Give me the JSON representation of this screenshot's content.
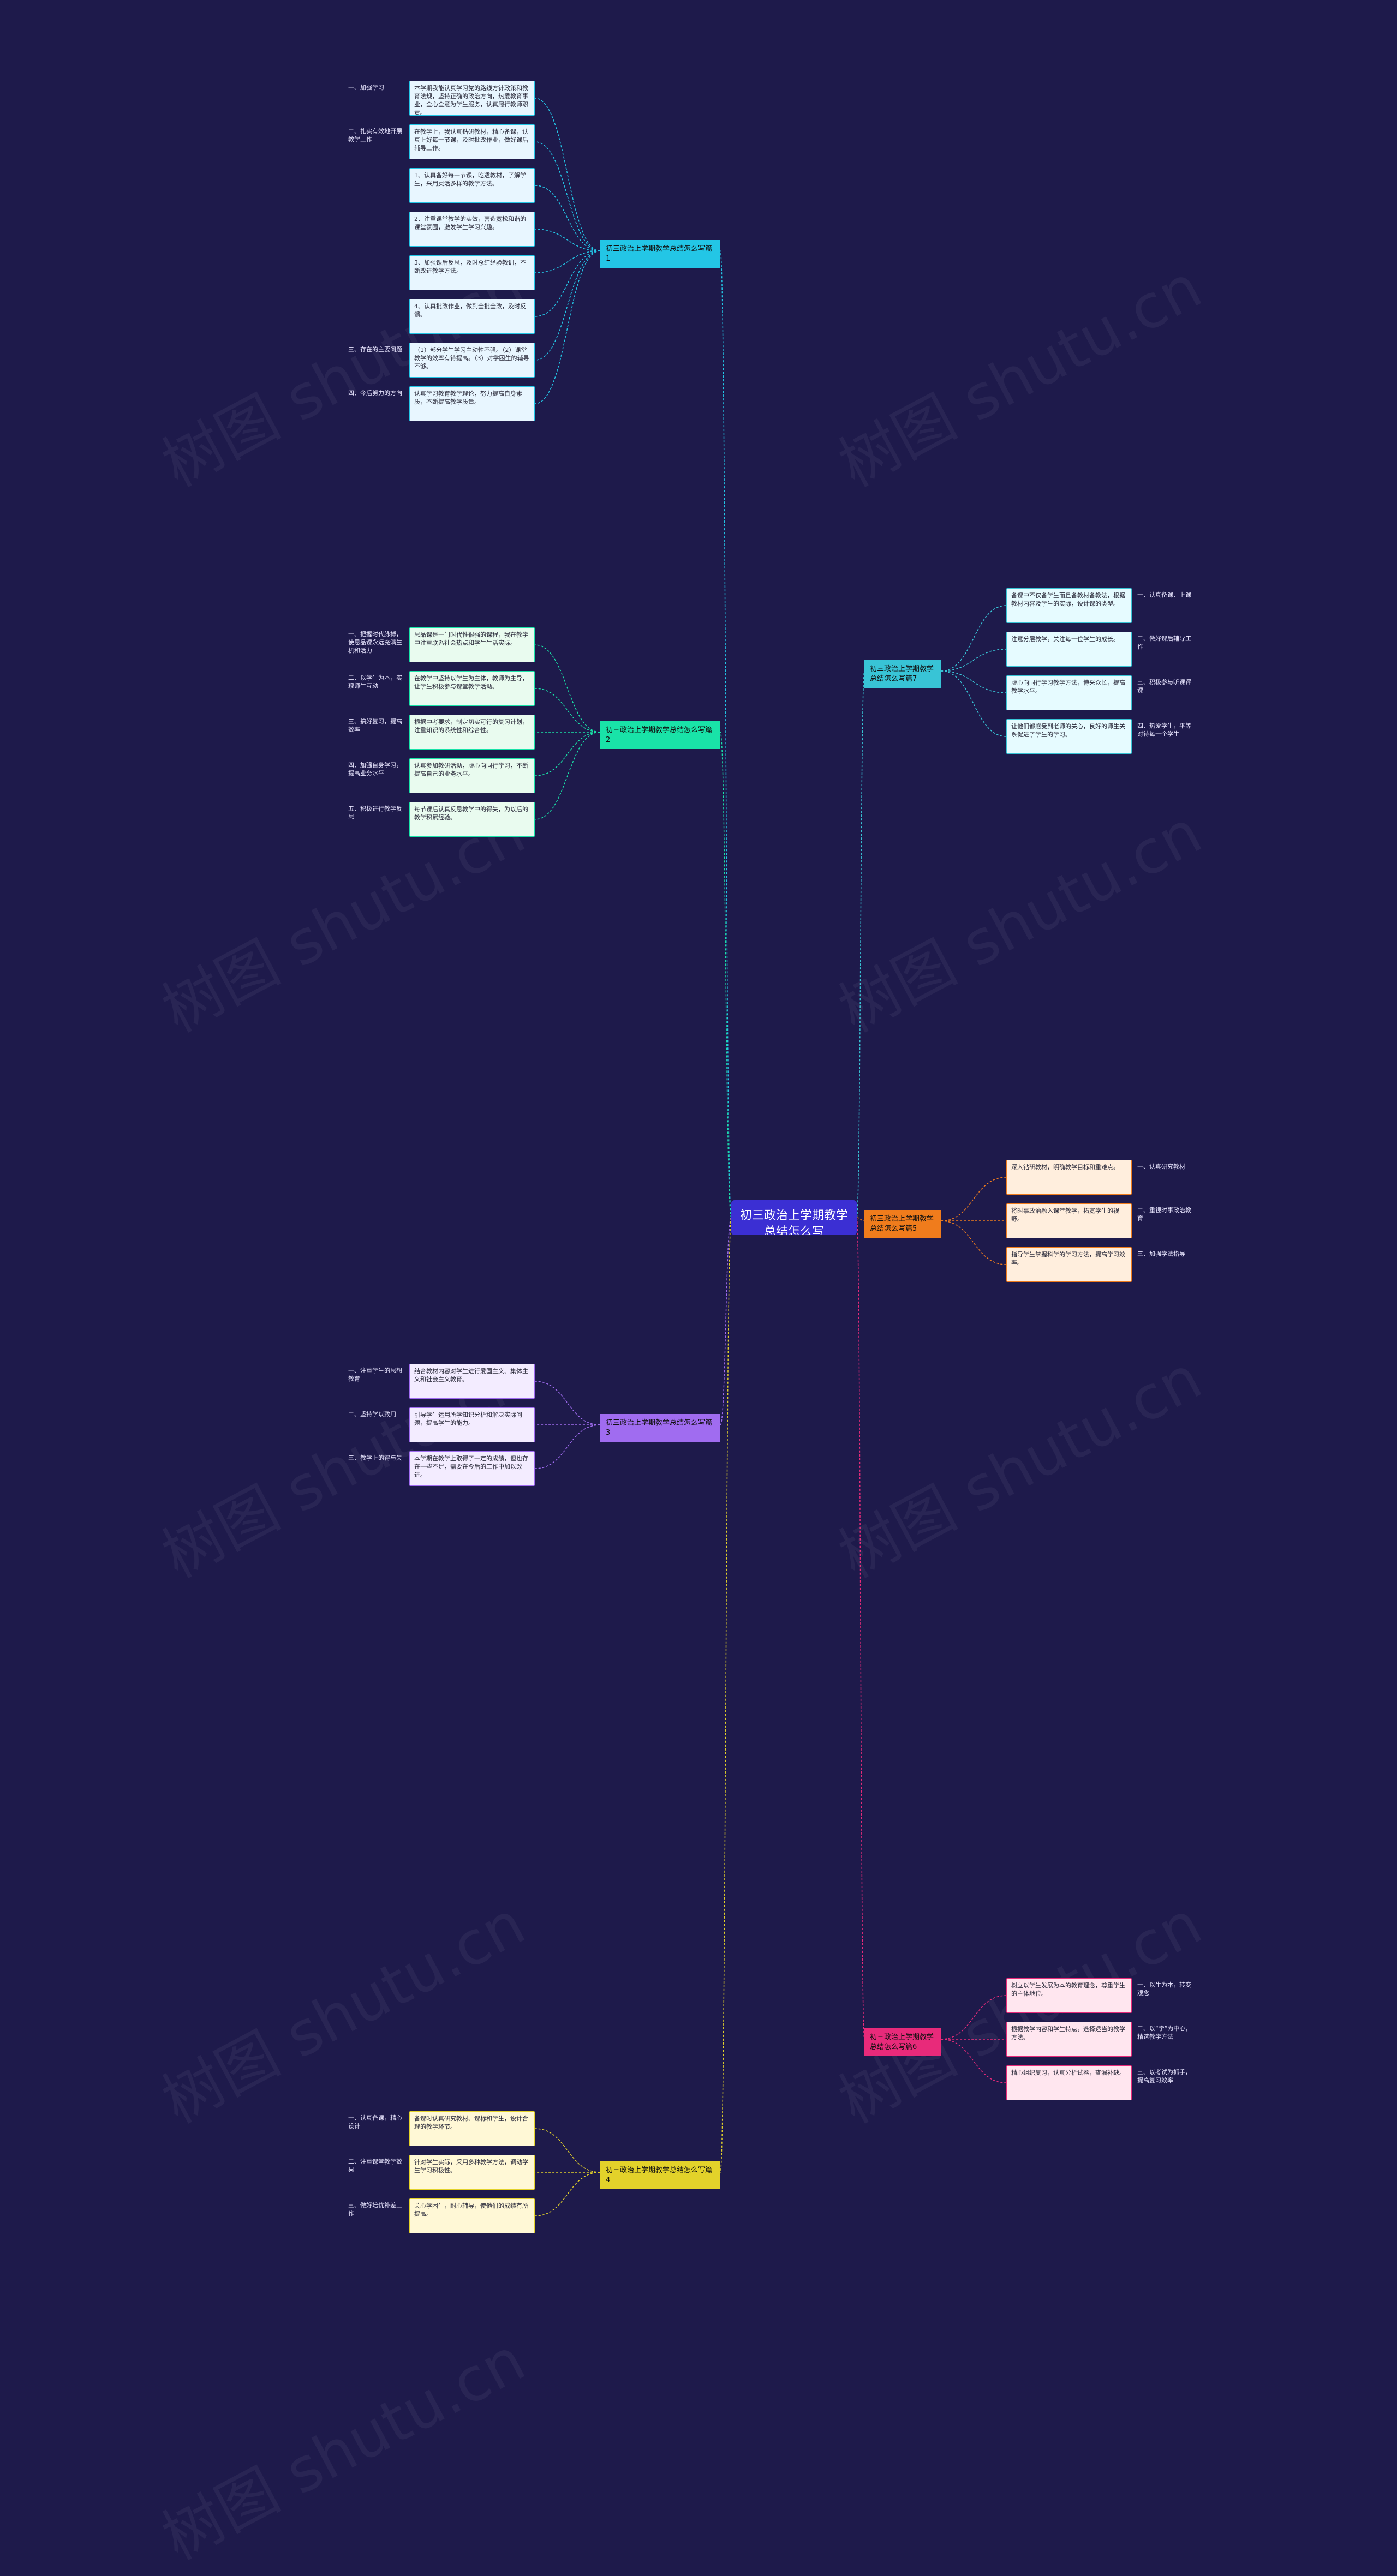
{
  "root": {
    "title": "初三政治上学期教学总结怎么写"
  },
  "branches": [
    {
      "title": "初三政治上学期教学总结怎么写篇1",
      "color": "#23c6e6",
      "items": [
        {
          "label": "一、加强学习",
          "text": "本学期我能认真学习党的路线方针政策和教育法规，坚持正确的政治方向，热爱教育事业，全心全意为学生服务，认真履行教师职责。"
        },
        {
          "label": "二、扎实有效地开展教学工作",
          "text": "在教学上，我认真钻研教材，精心备课，认真上好每一节课，及时批改作业，做好课后辅导工作。"
        },
        {
          "text": "1、认真备好每一节课，吃透教材，了解学生，采用灵活多样的教学方法。"
        },
        {
          "text": "2、注重课堂教学的实效，营造宽松和谐的课堂氛围，激发学生学习兴趣。"
        },
        {
          "text": "3、加强课后反思，及时总结经验教训，不断改进教学方法。"
        },
        {
          "text": "4、认真批改作业，做到全批全改，及时反馈。"
        },
        {
          "label": "三、存在的主要问题",
          "text": "（1）部分学生学习主动性不强。（2）课堂教学的效率有待提高。（3）对学困生的辅导不够。"
        },
        {
          "label": "四、今后努力的方向",
          "text": "认真学习教育教学理论，努力提高自身素质，不断提高教学质量。"
        }
      ]
    },
    {
      "title": "初三政治上学期教学总结怎么写篇2",
      "color": "#19e3a8",
      "items": [
        {
          "label": "一、把握时代脉搏，使思品课永远充满生机和活力",
          "text": "思品课是一门时代性很强的课程，我在教学中注重联系社会热点和学生生活实际。"
        },
        {
          "label": "二、以学生为本，实现师生互动",
          "text": "在教学中坚持以学生为主体，教师为主导，让学生积极参与课堂教学活动。"
        },
        {
          "label": "三、搞好复习，提高效率",
          "text": "根据中考要求，制定切实可行的复习计划，注重知识的系统性和综合性。"
        },
        {
          "label": "四、加强自身学习，提高业务水平",
          "text": "认真参加教研活动，虚心向同行学习，不断提高自己的业务水平。"
        },
        {
          "label": "五、积极进行教学反思",
          "text": "每节课后认真反思教学中的得失，为以后的教学积累经验。"
        }
      ]
    },
    {
      "title": "初三政治上学期教学总结怎么写篇3",
      "color": "#a06cf0",
      "items": [
        {
          "label": "一、注重学生的思想教育",
          "text": "结合教材内容对学生进行爱国主义、集体主义和社会主义教育。"
        },
        {
          "label": "二、坚持学以致用",
          "text": "引导学生运用所学知识分析和解决实际问题，提高学生的能力。"
        },
        {
          "label": "三、教学上的得与失",
          "text": "本学期在教学上取得了一定的成绩，但也存在一些不足，需要在今后的工作中加以改进。"
        }
      ]
    },
    {
      "title": "初三政治上学期教学总结怎么写篇4",
      "color": "#e3d22a",
      "items": [
        {
          "label": "一、认真备课，精心设计",
          "text": "备课时认真研究教材、课标和学生，设计合理的教学环节。"
        },
        {
          "label": "二、注重课堂教学效果",
          "text": "针对学生实际，采用多种教学方法，调动学生学习积极性。"
        },
        {
          "label": "三、做好培优补差工作",
          "text": "关心学困生，耐心辅导，使他们的成绩有所提高。"
        }
      ]
    },
    {
      "title": "初三政治上学期教学总结怎么写篇5",
      "color": "#f07c1c",
      "items": [
        {
          "label": "一、认真研究教材",
          "text": "深入钻研教材，明确教学目标和重难点。"
        },
        {
          "label": "二、重视时事政治教育",
          "text": "将时事政治融入课堂教学，拓宽学生的视野。"
        },
        {
          "label": "三、加强学法指导",
          "text": "指导学生掌握科学的学习方法，提高学习效率。"
        }
      ]
    },
    {
      "title": "初三政治上学期教学总结怎么写篇6",
      "color": "#e82a7a",
      "items": [
        {
          "label": "一、以生为本，转变观念",
          "text": "树立以学生发展为本的教育理念，尊重学生的主体地位。"
        },
        {
          "label": "二、以“学”为中心，精选教学方法",
          "text": "根据教学内容和学生特点，选择适当的教学方法。"
        },
        {
          "label": "三、以考试为抓手，提高复习效率",
          "text": "精心组织复习，认真分析试卷，查漏补缺。"
        }
      ]
    },
    {
      "title": "初三政治上学期教学总结怎么写篇7",
      "color": "#38c4d6",
      "items": [
        {
          "label": "一、认真备课、上课",
          "text": "备课中不仅备学生而且备教材备教法，根据教材内容及学生的实际，设计课的类型。"
        },
        {
          "label": "二、做好课后辅导工作",
          "text": "注意分层教学，关注每一位学生的成长。"
        },
        {
          "label": "三、积极参与听课评课",
          "text": "虚心向同行学习教学方法，博采众长，提高教学水平。"
        },
        {
          "label": "四、热爱学生，平等对待每一个学生",
          "text": "让他们都感受到老师的关心，良好的师生关系促进了学生的学习。"
        }
      ]
    }
  ],
  "watermark": "树图 shutu.cn"
}
